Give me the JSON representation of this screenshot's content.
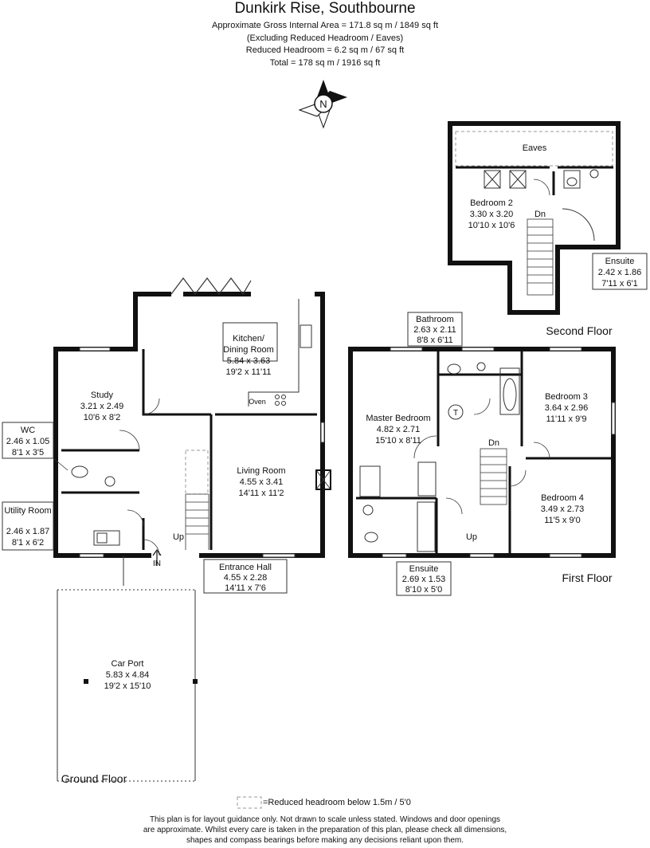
{
  "header": {
    "title": "Dunkirk Rise, Southbourne",
    "lines": [
      "Approximate Gross Internal Area = 171.8 sq m / 1849 sq ft",
      "(Excluding Reduced Headroom / Eaves)",
      "Reduced Headroom = 6.2 sq m / 67 sq ft",
      "Total = 178 sq m / 1916 sq ft"
    ]
  },
  "compass": {
    "letter": "N",
    "icon": "compass-icon"
  },
  "floors": {
    "ground": "Ground Floor",
    "first": "First Floor",
    "second": "Second Floor"
  },
  "rooms": {
    "kitchen": {
      "name": "Kitchen/\nDining Room",
      "line1": "Kitchen/",
      "line2": "Dining Room",
      "metric": "5.84 x 3.63",
      "imperial": "19'2 x 11'11"
    },
    "study": {
      "name": "Study",
      "metric": "3.21 x 2.49",
      "imperial": "10'6 x 8'2"
    },
    "wc": {
      "name": "WC",
      "metric": "2.46 x 1.05",
      "imperial": "8'1 x 3'5"
    },
    "utility": {
      "name": "Utility Room",
      "metric": "2.46 x 1.87",
      "imperial": "8'1 x 6'2"
    },
    "living": {
      "name": "Living Room",
      "metric": "4.55 x 3.41",
      "imperial": "14'11 x 11'2"
    },
    "hall": {
      "name": "Entrance Hall",
      "metric": "4.55 x 2.28",
      "imperial": "14'11 x 7'6"
    },
    "carport": {
      "name": "Car Port",
      "metric": "5.83 x 4.84",
      "imperial": "19'2 x 15'10"
    },
    "bathroom": {
      "name": "Bathroom",
      "metric": "2.63 x 2.11",
      "imperial": "8'8 x 6'11"
    },
    "master": {
      "name": "Master Bedroom",
      "metric": "4.82 x 2.71",
      "imperial": "15'10 x 8'11"
    },
    "bedroom3": {
      "name": "Bedroom 3",
      "metric": "3.64 x 2.96",
      "imperial": "11'11 x 9'9"
    },
    "bedroom4": {
      "name": "Bedroom 4",
      "metric": "3.49 x 2.73",
      "imperial": "11'5 x 9'0"
    },
    "ensuite1": {
      "name": "Ensuite",
      "metric": "2.69 x 1.53",
      "imperial": "8'10 x 5'0"
    },
    "bedroom2": {
      "name": "Bedroom 2",
      "metric": "3.30 x 3.20",
      "imperial": "10'10 x 10'6"
    },
    "ensuite2": {
      "name": "Ensuite",
      "metric": "2.42 x 1.86",
      "imperial": "7'11 x 6'1"
    },
    "eaves": {
      "name": "Eaves"
    }
  },
  "labels": {
    "oven": "Oven",
    "up": "Up",
    "dn": "Dn",
    "in": "IN",
    "tank": "T"
  },
  "legend": {
    "text": "=Reduced headroom below 1.5m / 5'0"
  },
  "disclaimer": [
    "This plan is for layout guidance only. Not drawn to scale unless stated. Windows and door openings",
    "are approximate. Whilst every care is taken in the preparation of this plan, please check all dimensions,",
    "shapes and compass bearings before making any decisions reliant upon them."
  ],
  "colors": {
    "wall": "#111111",
    "line": "#333333",
    "dash": "#9a9a9a"
  }
}
